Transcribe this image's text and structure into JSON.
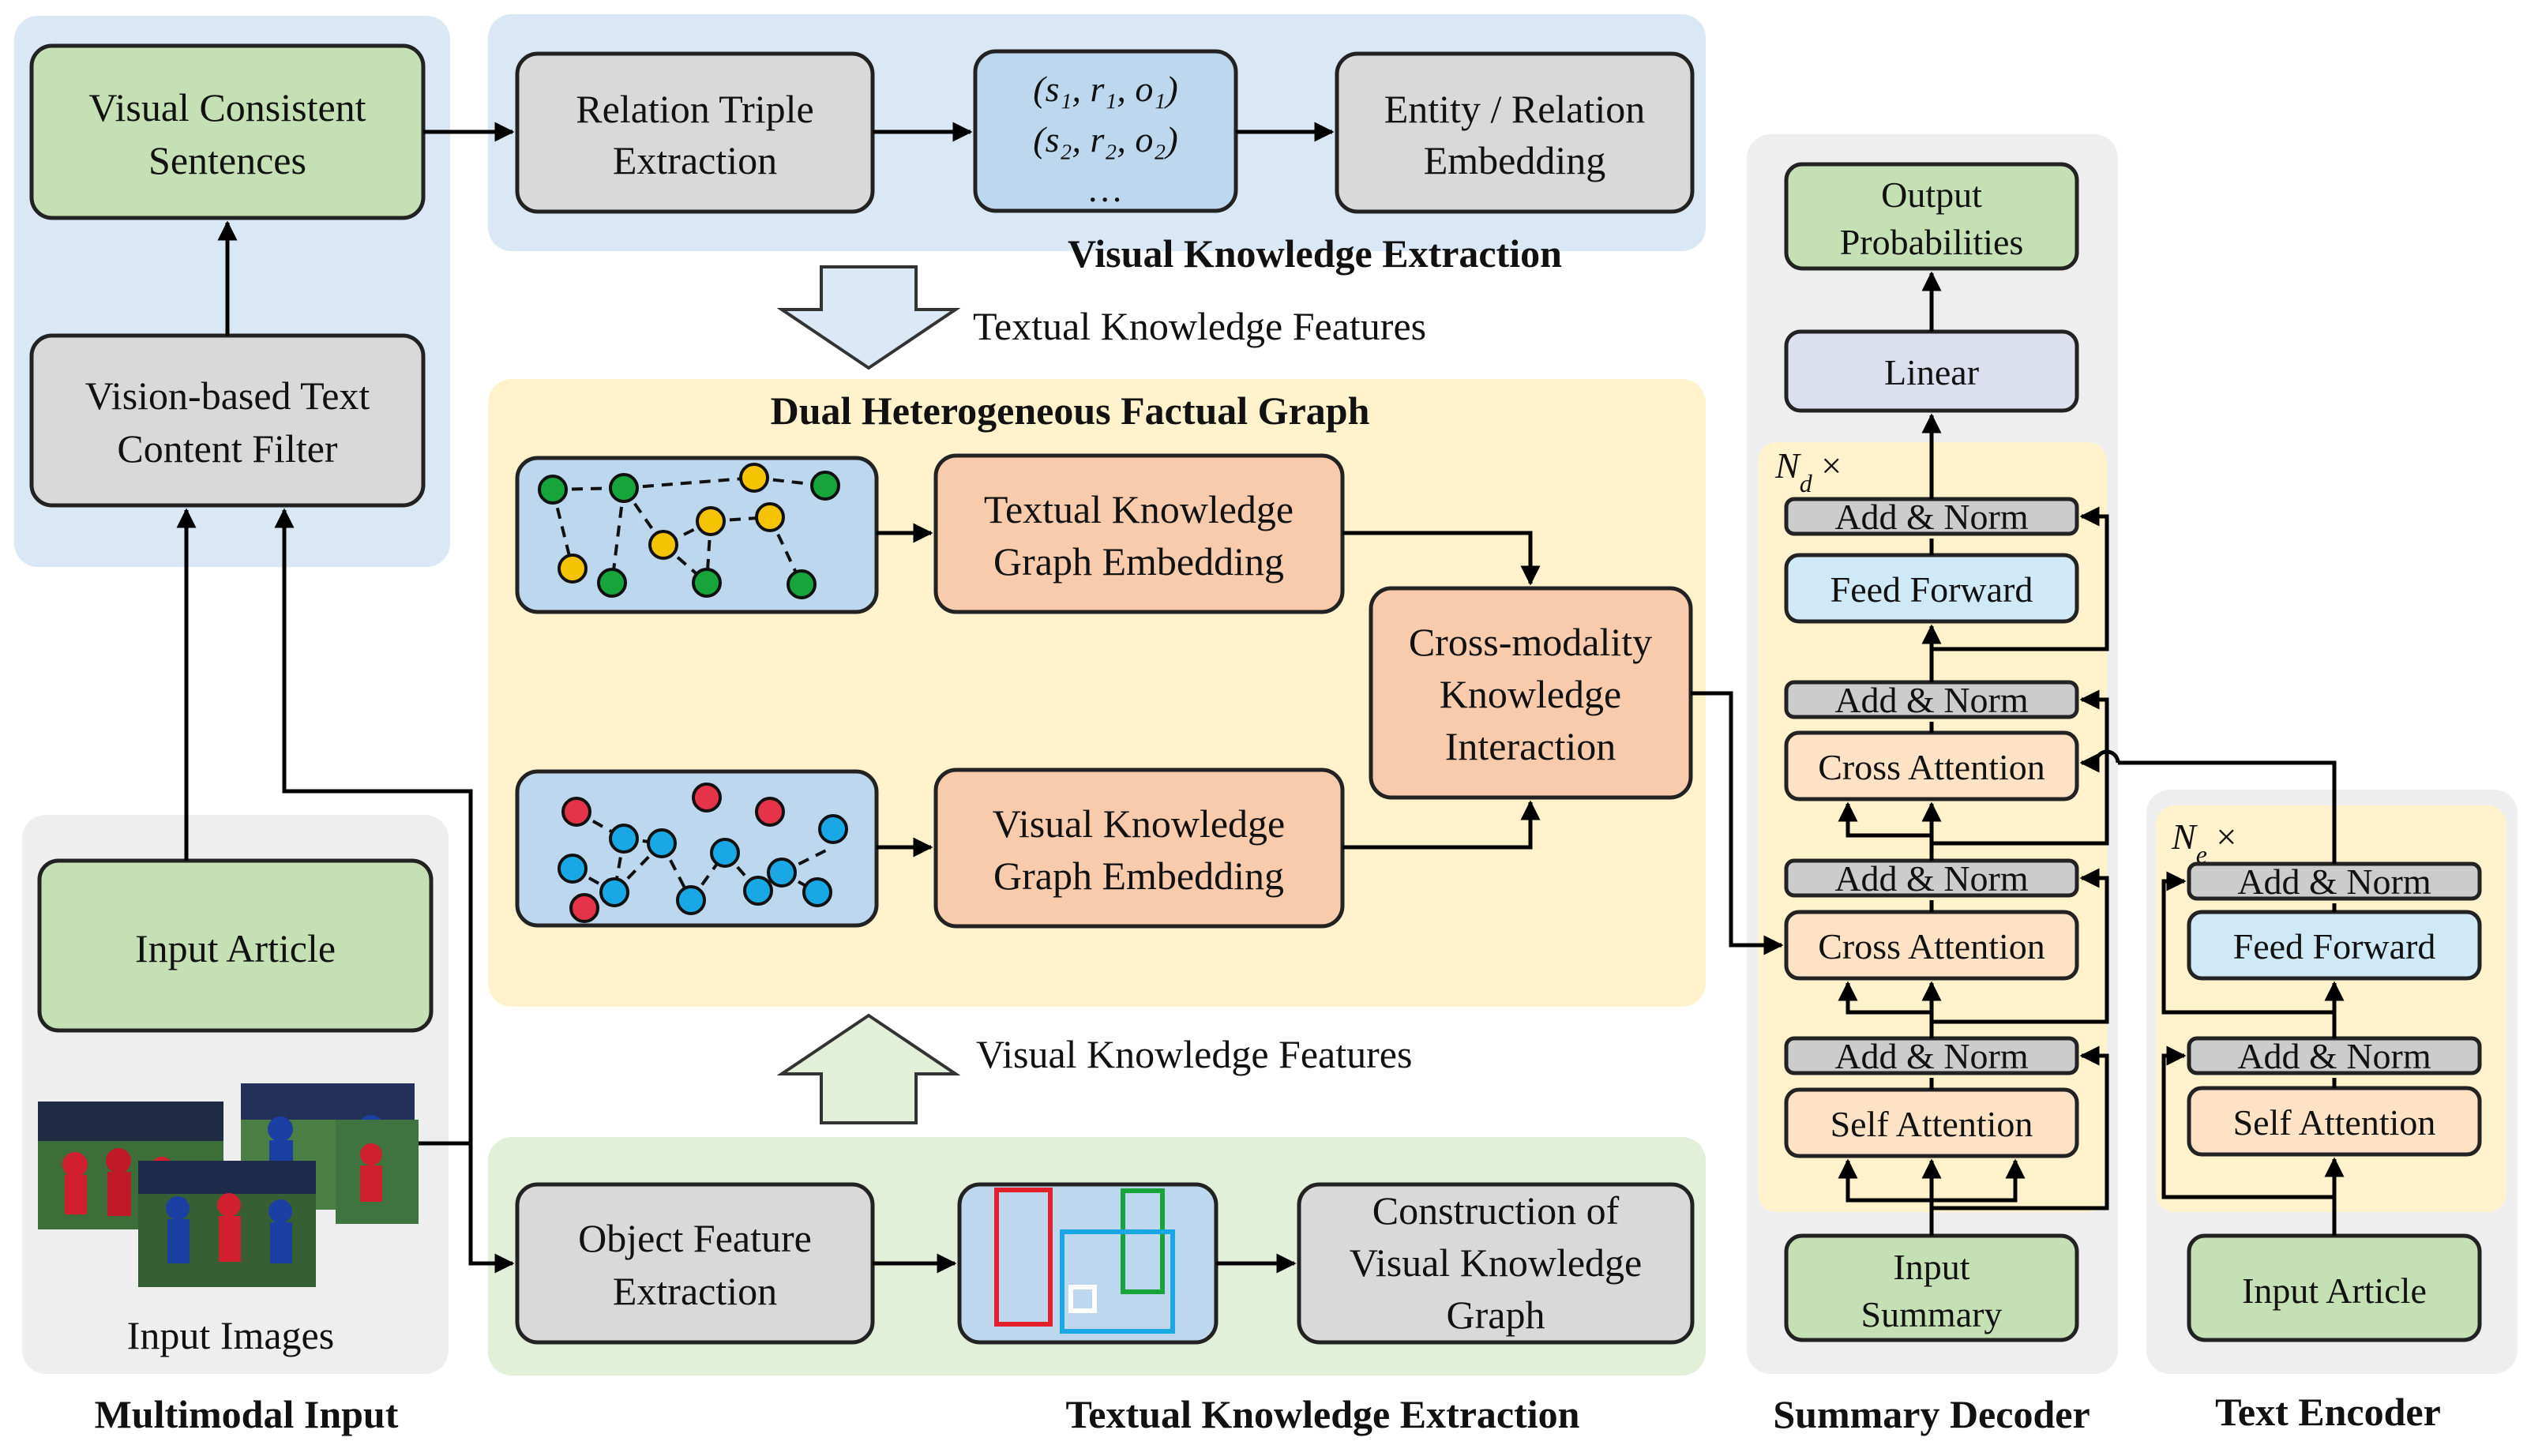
{
  "sections": {
    "multimodal_input": "Multimodal Input",
    "visual_knowledge_extraction": "Visual Knowledge Extraction",
    "textual_knowledge_extraction": "Textual Knowledge Extraction",
    "dual_graph": "Dual Heterogeneous Factual Graph",
    "summary_decoder": "Summary Decoder",
    "text_encoder": "Text Encoder"
  },
  "left": {
    "visual_consistent": [
      "Visual Consistent",
      "Sentences"
    ],
    "vision_filter": [
      "Vision-based Text",
      "Content Filter"
    ],
    "input_article": "Input Article",
    "input_images": "Input Images"
  },
  "top_row": {
    "relation_triple": [
      "Relation Triple",
      "Extraction"
    ],
    "triple_1": "(s₁, r₁, o₁)",
    "triple_2": "(s₂, r₂, o₂)",
    "triple_3": "…",
    "entity_embedding": [
      "Entity / Relation",
      "Embedding"
    ]
  },
  "middle": {
    "textual_features": "Textual Knowledge Features",
    "visual_features": "Visual Knowledge Features",
    "textual_graph_embedding": [
      "Textual Knowledge",
      "Graph Embedding"
    ],
    "visual_graph_embedding": [
      "Visual Knowledge",
      "Graph Embedding"
    ],
    "cross_modality": [
      "Cross-modality",
      "Knowledge",
      "Interaction"
    ]
  },
  "bottom_row": {
    "object_feature": [
      "Object Feature",
      "Extraction"
    ],
    "construction": [
      "Construction of",
      "Visual Knowledge",
      "Graph"
    ]
  },
  "decoder": {
    "output_probabilities": [
      "Output",
      "Probabilities"
    ],
    "linear": "Linear",
    "repeat": "N_d ×",
    "add_norm": "Add & Norm",
    "feed_forward": "Feed Forward",
    "cross_attention": "Cross Attention",
    "self_attention": "Self Attention",
    "input_summary": [
      "Input",
      "Summary"
    ]
  },
  "encoder": {
    "repeat": "N_e ×",
    "add_norm": "Add & Norm",
    "feed_forward": "Feed Forward",
    "self_attention": "Self Attention",
    "input_article": "Input  Article"
  },
  "colors": {
    "green_box": "#c5e0b4",
    "gray_box": "#d9d9d9",
    "blue_panel": "#dae8f5",
    "orange_box": "#f8cbad",
    "yellow_panel": "#fff2cc",
    "green_panel": "#e2f0d9",
    "light_blue_box": "#cfe9f7",
    "lavender_box": "#dcdfee",
    "light_orange_box": "#fde2c6",
    "node_green": "#17a43b",
    "node_yellow": "#f5c400",
    "node_red": "#e5344a",
    "node_blue": "#1aa7e6"
  }
}
